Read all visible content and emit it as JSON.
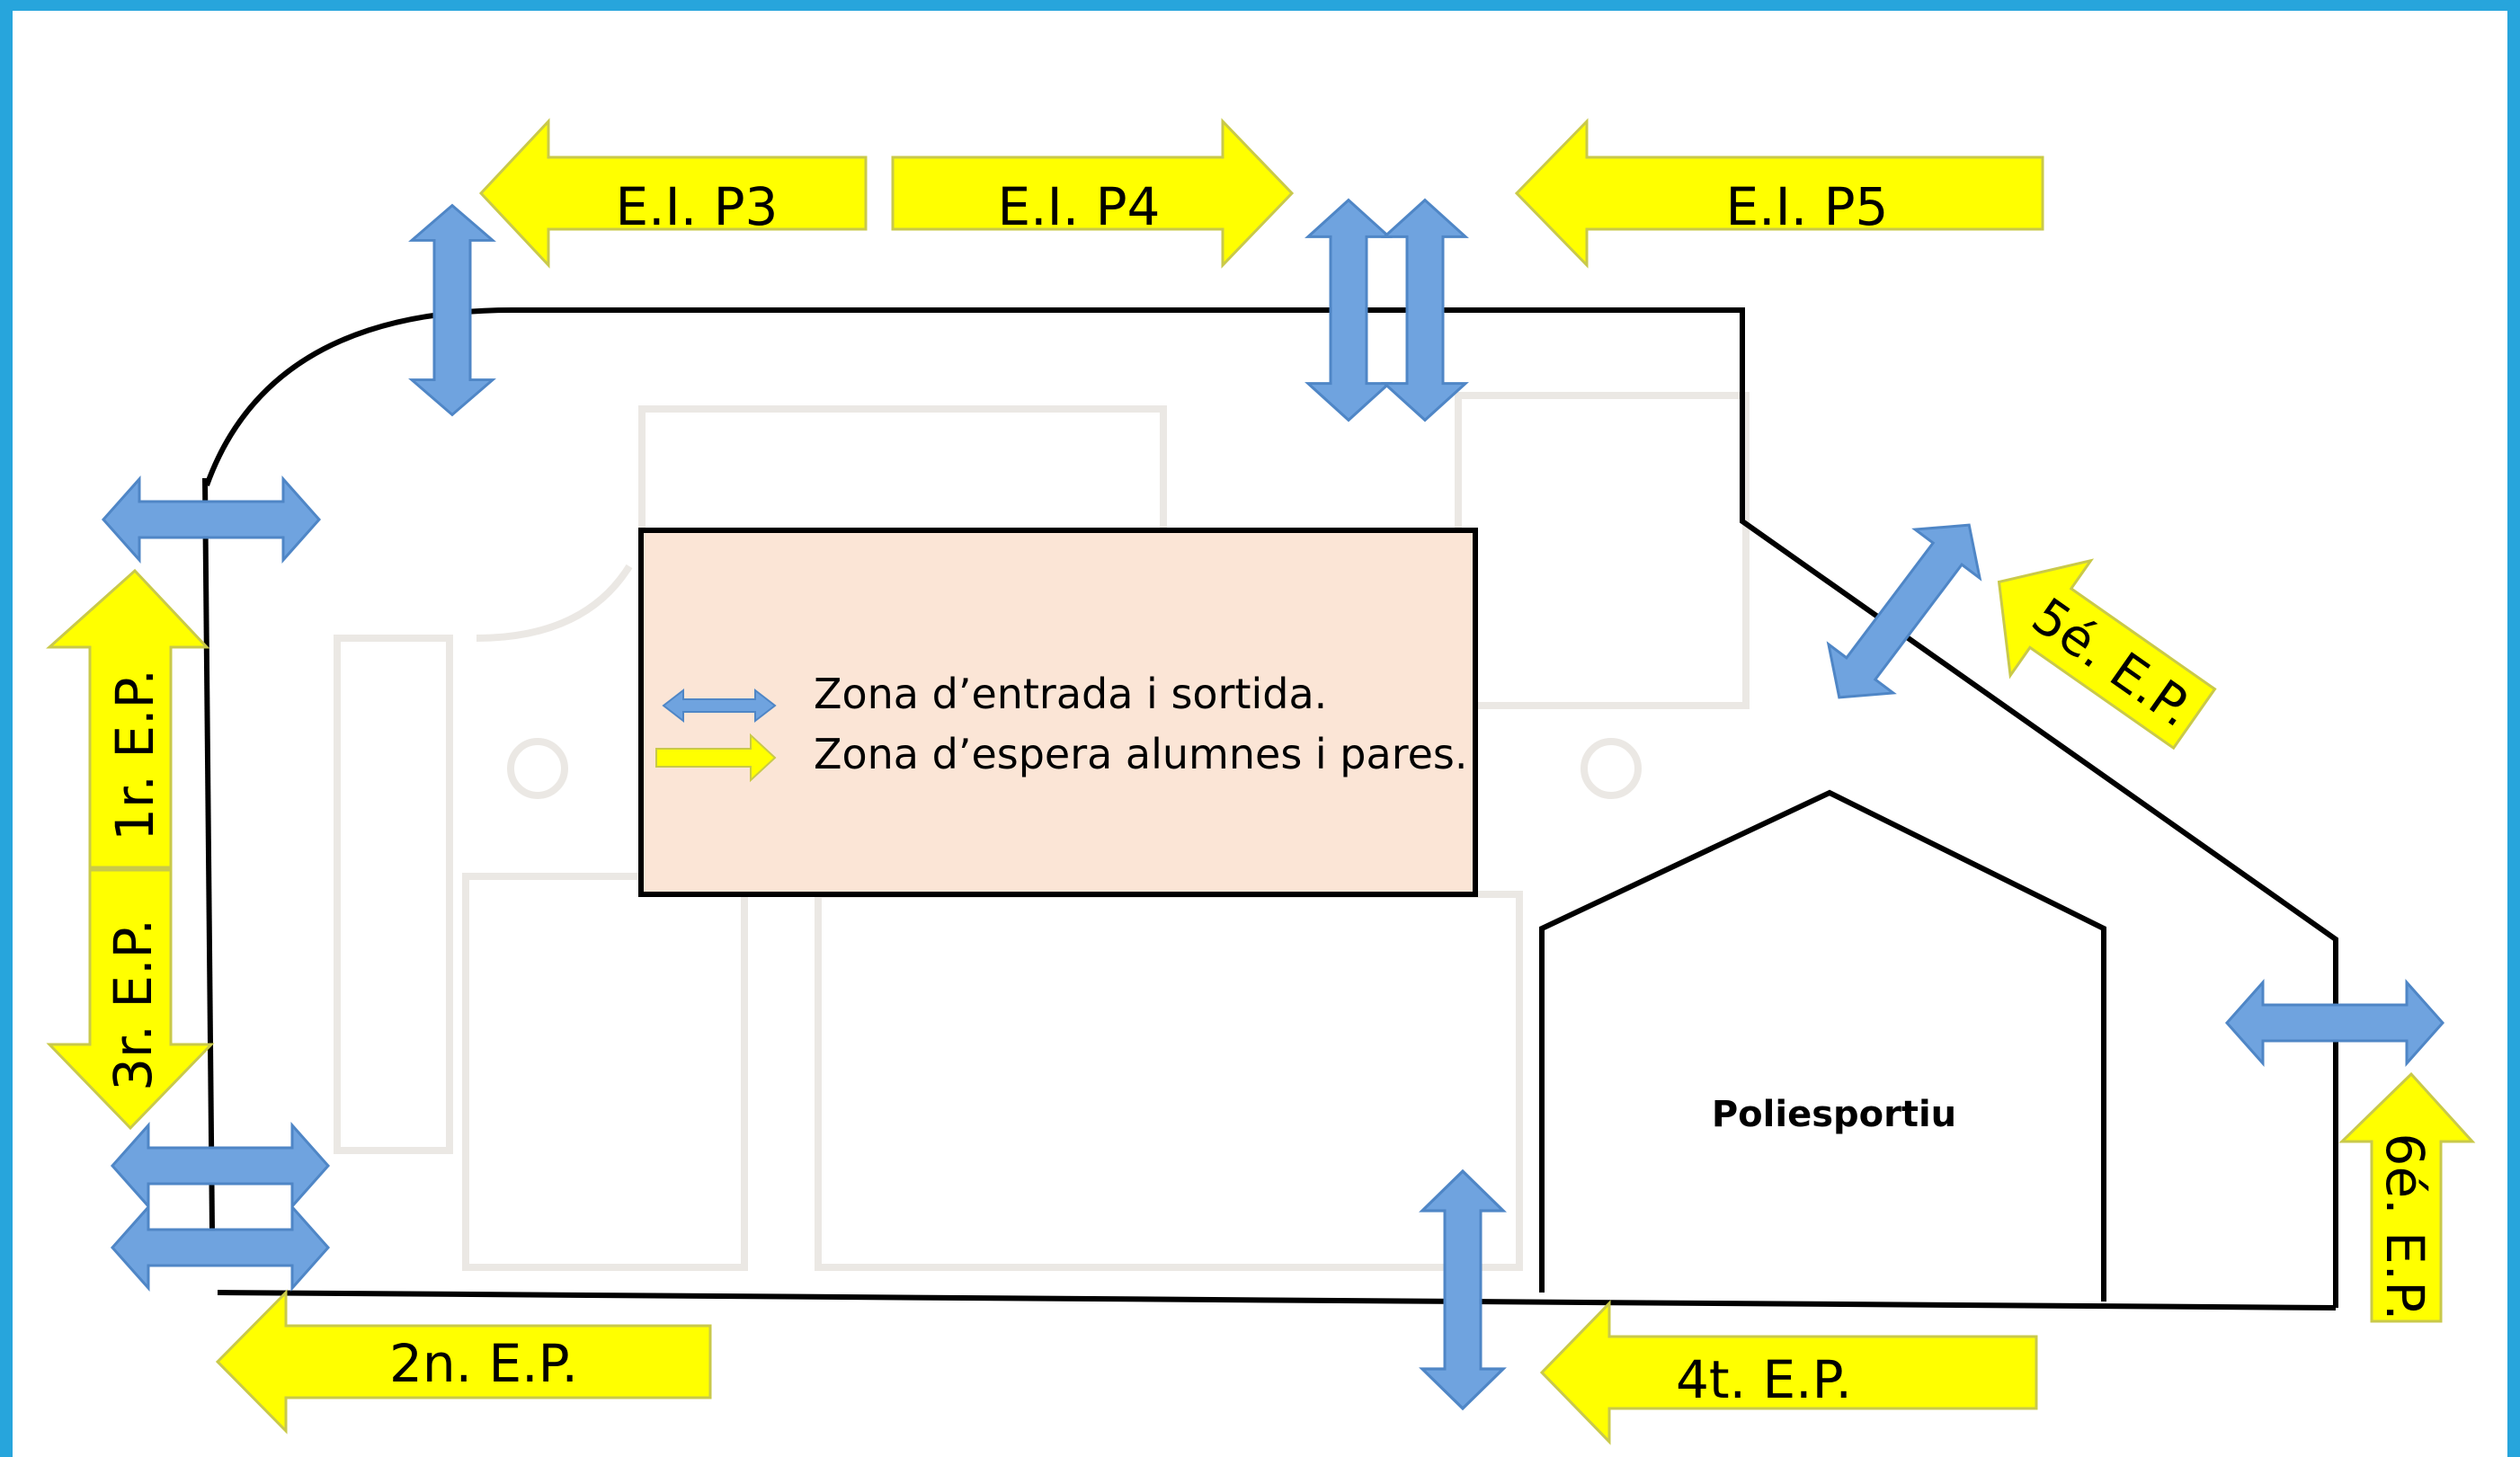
{
  "labels": {
    "p3": "E.I. P3",
    "p4": "E.I. P4",
    "p5": "E.I. P5",
    "ep1": "1r. E.P.",
    "ep2": "2n. E.P.",
    "ep3": "3r. E.P.",
    "ep4": "4t. E.P.",
    "ep5": "5é. E.P.",
    "ep6": "6é. E.P."
  },
  "building": {
    "poliesportiu": "Poliesportiu"
  },
  "legend": {
    "entry_exit": "Zona d’entrada i sortida.",
    "waiting": "Zona d’espera alumnes i pares."
  },
  "colors": {
    "frame": "#27a5dc",
    "yellow_arrow": "#ffff00",
    "blue_arrow": "#6fa3df",
    "legend_bg": "#fbe5d6"
  }
}
